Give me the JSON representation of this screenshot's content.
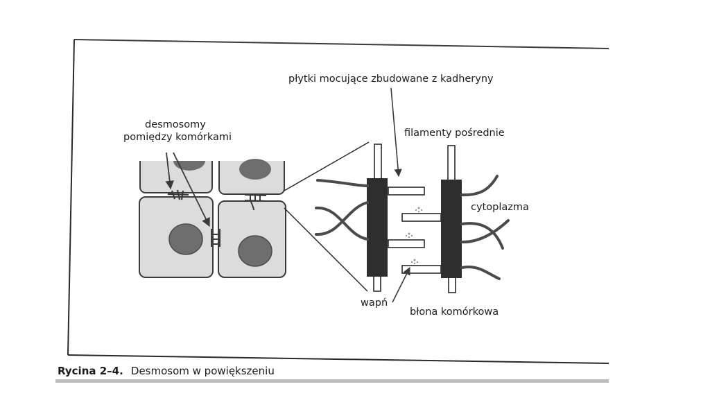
{
  "figure": {
    "labels": {
      "anchoring_plates": "płytki mocujące zbudowane z kadheryny",
      "desmosomes_line1": "desmosomy",
      "desmosomes_line2": "pomiędzy komórkami",
      "intermediate_filaments": "filamenty pośrednie",
      "cytoplasm": "cytoplazma",
      "calcium": "wapń",
      "cell_membrane": "błona komórkowa"
    },
    "caption": {
      "number": "Rycina 2–4.",
      "text": "Desmosom w powiększeniu"
    },
    "colors": {
      "frame": "#2a2a2a",
      "cell_fill": "#dcdcdc",
      "cell_outline": "#3c3c3c",
      "nucleus": "#6e6e6e",
      "plaque": "#2e2e2e",
      "filament": "#4a4a4a",
      "caption_rule": "#bdbdbd"
    }
  }
}
